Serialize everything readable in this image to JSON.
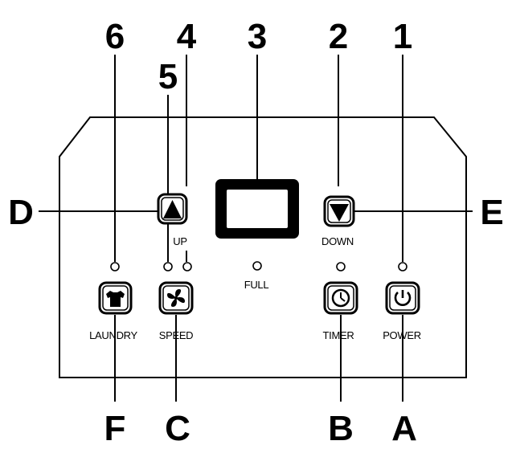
{
  "numbers": {
    "n1": "1",
    "n2": "2",
    "n3": "3",
    "n4": "4",
    "n5": "5",
    "n6": "6"
  },
  "letters": {
    "a": "A",
    "b": "B",
    "c": "C",
    "d": "D",
    "e": "E",
    "f": "F"
  },
  "labels": {
    "up": "UP",
    "down": "DOWN",
    "full": "FULL",
    "laundry": "LAUNDRY",
    "speed": "SPEED",
    "timer": "TIMER",
    "power": "POWER"
  }
}
